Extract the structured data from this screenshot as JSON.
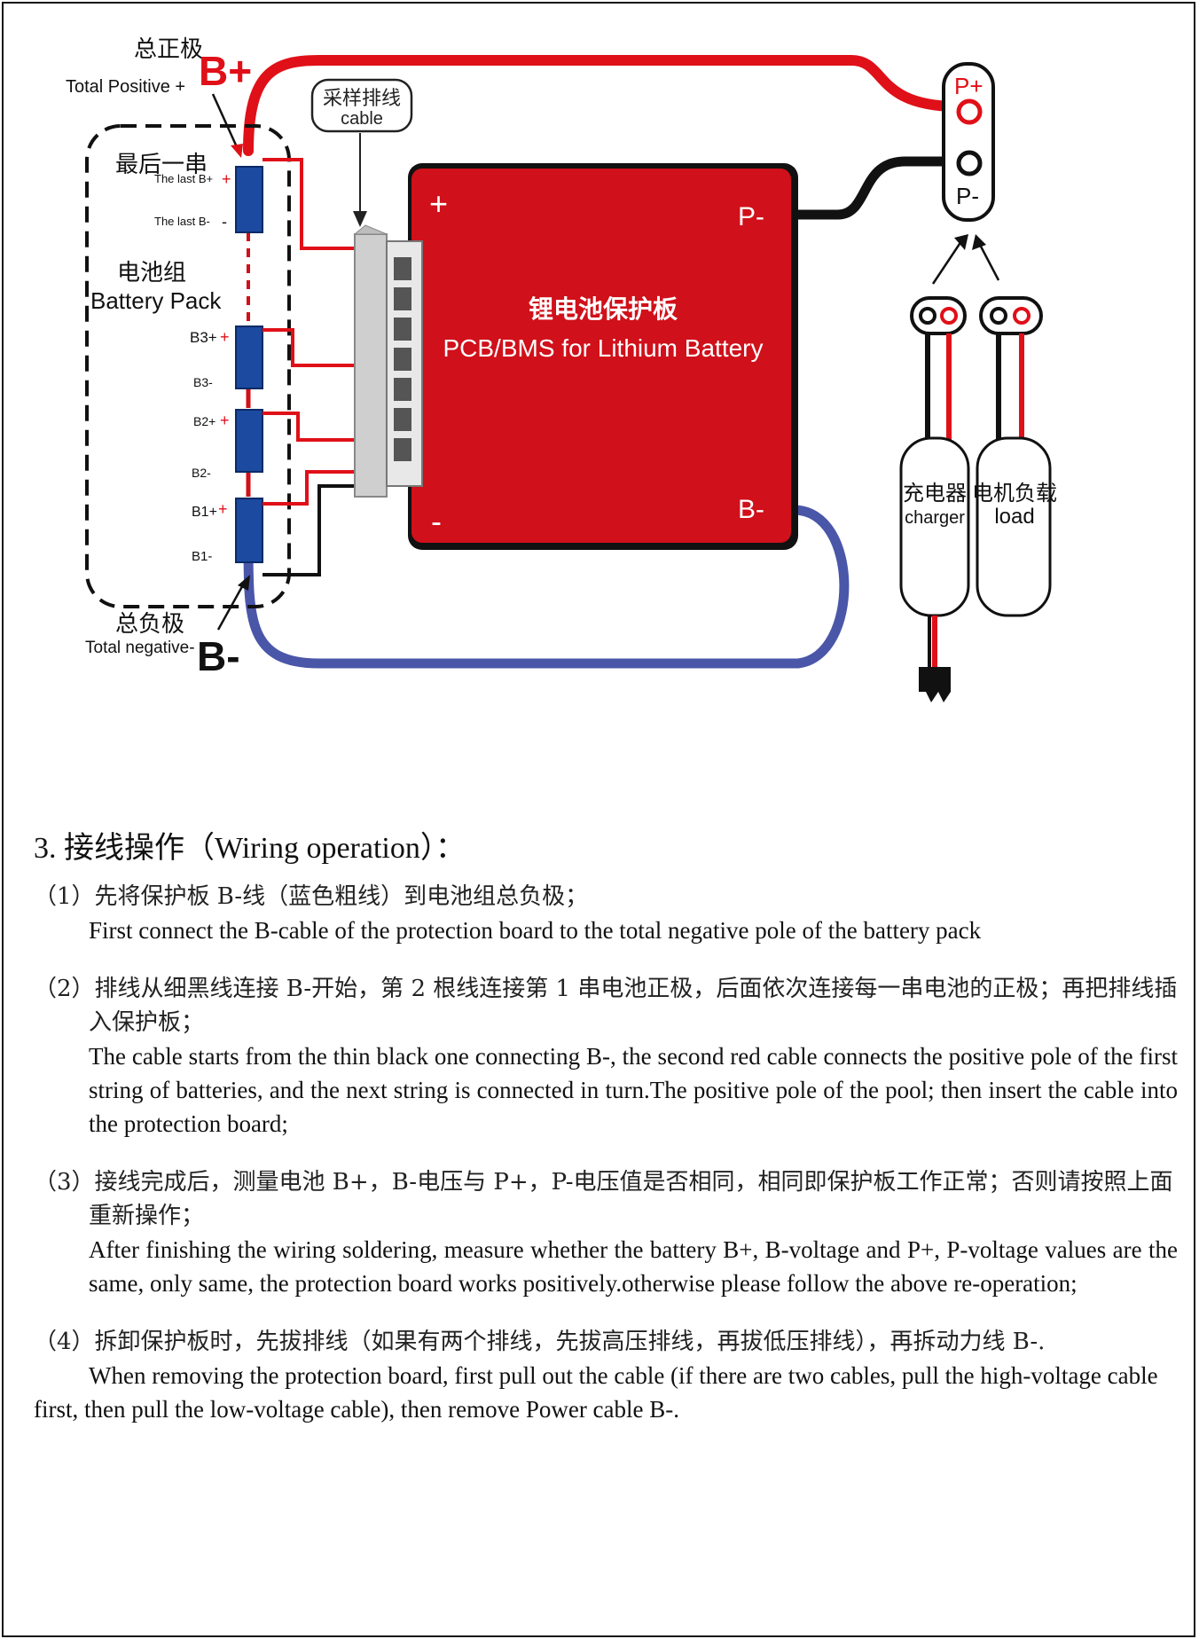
{
  "diagram": {
    "total_positive_cn": "总正极",
    "total_positive_en": "Total Positive +",
    "b_plus": "B+",
    "sampling_cable_cn": "采样排线",
    "sampling_cable_en": "cable",
    "last_string_cn": "最后一串",
    "last_b_plus": "The last B+",
    "last_b_minus": "The last B-",
    "battery_pack_cn": "电池组",
    "battery_pack_en": "Battery Pack",
    "b3_plus": "B3+",
    "b3_minus": "B3-",
    "b2_plus": "B2+",
    "b2_minus": "B2-",
    "b1_plus": "B1+",
    "b1_minus": "B1-",
    "total_negative_cn": "总负极",
    "total_negative_en": "Total negative-",
    "b_minus": "B-",
    "board_plus": "+",
    "board_minus": "-",
    "board_p_minus": "P-",
    "board_b_minus": "B-",
    "board_title_cn": "锂电池保护板",
    "board_title_en": "PCB/BMS for Lithium Battery",
    "terminal_p_plus": "P+",
    "terminal_p_minus": "P-",
    "charger_cn": "充电器",
    "charger_en": "charger",
    "load_cn": "电机负载",
    "load_en": "load",
    "colors": {
      "board_red": "#d0101a",
      "positive_wire": "#e01018",
      "negative_wire": "#111111",
      "b_minus_wire": "#4a56a8",
      "cell_blue": "#1b4aa0"
    }
  },
  "section": {
    "title": "3. 接线操作（Wiring operation）："
  },
  "steps": [
    {
      "cn": "（1）先将保护板 B-线（蓝色粗线）到电池组总负极；",
      "en": "First connect the B-cable of the protection board to the total negative pole of the battery pack"
    },
    {
      "cn": "（2）排线从细黑线连接 B-开始，第 2 根线连接第 1 串电池正极，后面依次连接每一串电池的正极；再把排线插入保护板；",
      "en": "The cable starts from the thin black one connecting B-,  the second  red cable connects the positive pole of the first string of batteries, and the next string is connected in turn.The positive pole of the pool; then insert the cable into the protection board;"
    },
    {
      "cn": "（3）接线完成后，测量电池 B+，B-电压与 P+，P-电压值是否相同，相同即保护板工作正常；否则请按照上面重新操作；",
      "en": "After finishing the wiring soldering, measure whether the battery B+, B-voltage and P+, P-voltage values are the same, only same, the  protection board  works positively.otherwise please follow the above re-operation;"
    },
    {
      "cn": "（4）拆卸保护板时，先拔排线（如果有两个排线，先拔高压排线，再拔低压排线），再拆动力线 B-.",
      "en": "When removing the protection board, first pull out the cable (if there are two cables, pull the high-voltage cable first, then pull the low-voltage cable), then remove Power cable B-."
    }
  ]
}
